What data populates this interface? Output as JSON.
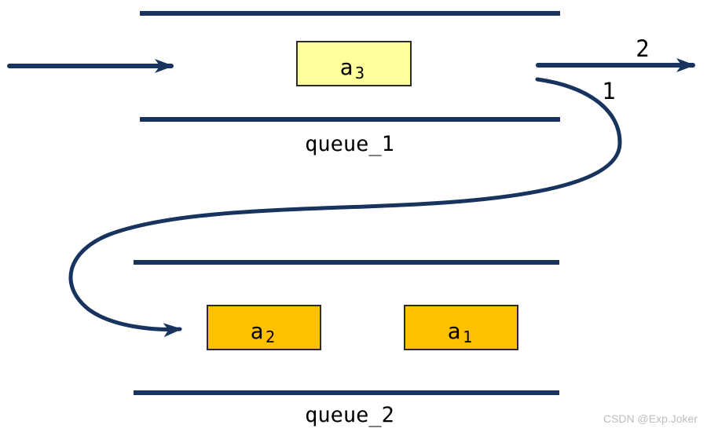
{
  "colors": {
    "line": "#17335E",
    "queue1_item_fill": "#FFFF9C",
    "queue2_item_fill": "#FFC000",
    "item_border": "#2B2B2B",
    "label_text": "#000000",
    "watermark_text": "#BDBDBD"
  },
  "queue1": {
    "label": "queue_1",
    "items": [
      {
        "base": "a",
        "sub": "3"
      }
    ]
  },
  "queue2": {
    "label": "queue_2",
    "items": [
      {
        "base": "a",
        "sub": "2"
      },
      {
        "base": "a",
        "sub": "1"
      }
    ]
  },
  "arrows": {
    "step2_label": "2",
    "step1_label": "1"
  },
  "watermark": "CSDN @Exp.Joker"
}
